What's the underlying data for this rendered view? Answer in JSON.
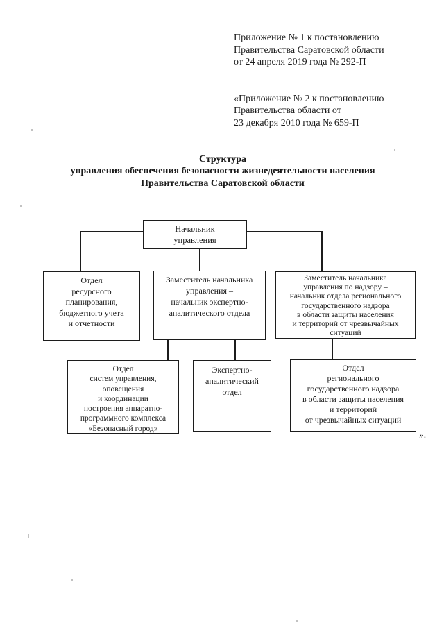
{
  "colors": {
    "ink": "#1a1a1a",
    "paper": "#ffffff",
    "box_border": "#1c1c1c"
  },
  "header": {
    "appendix1": [
      "Приложение № 1 к постановлению",
      "Правительства Саратовской области",
      "от 24 апреля 2019 года № 292-П"
    ],
    "appendix2": [
      "«Приложение № 2 к постановлению",
      "Правительства области от",
      "23 декабря 2010 года № 659-П"
    ]
  },
  "title": {
    "line1": "Структура",
    "line2": "управления обеспечения безопасности жизнедеятельности населения",
    "line3": "Правительства Саратовской области"
  },
  "org_chart": {
    "type": "org-chart",
    "nodes": {
      "head": {
        "lines": [
          "Начальник",
          "управления"
        ]
      },
      "dept_resource": {
        "lines": [
          "Отдел",
          "ресурсного",
          "планирования,",
          "бюджетного учета",
          "и отчетности"
        ]
      },
      "deputy_expert": {
        "lines": [
          "Заместитель начальника",
          "управления –",
          "начальник экспертно-",
          "аналитического отдела"
        ]
      },
      "deputy_oversight": {
        "lines": [
          "Заместитель начальника",
          "управления по надзору –",
          "начальник отдела регионального",
          "государственного надзора",
          "в области защиты населения",
          "и территорий от чрезвычайных",
          "ситуаций"
        ]
      },
      "dept_systems": {
        "lines": [
          "Отдел",
          "систем управления,",
          "оповещения",
          "и координации",
          "построения аппаратно-",
          "программного комплекса",
          "«Безопасный город»"
        ]
      },
      "dept_expert": {
        "lines": [
          "Экспертно-",
          "аналитический",
          "отдел"
        ]
      },
      "dept_regional": {
        "lines": [
          "Отдел",
          "регионального",
          "государственного надзора",
          "в области защиты населения",
          "и территорий",
          "от чрезвычайных ситуаций"
        ]
      }
    },
    "edges": [
      {
        "from": "head",
        "to": "dept_resource"
      },
      {
        "from": "head",
        "to": "deputy_expert"
      },
      {
        "from": "head",
        "to": "deputy_oversight"
      },
      {
        "from": "deputy_expert",
        "to": "dept_systems"
      },
      {
        "from": "deputy_expert",
        "to": "dept_expert"
      },
      {
        "from": "deputy_oversight",
        "to": "dept_regional"
      }
    ]
  },
  "closing_quote": "»."
}
